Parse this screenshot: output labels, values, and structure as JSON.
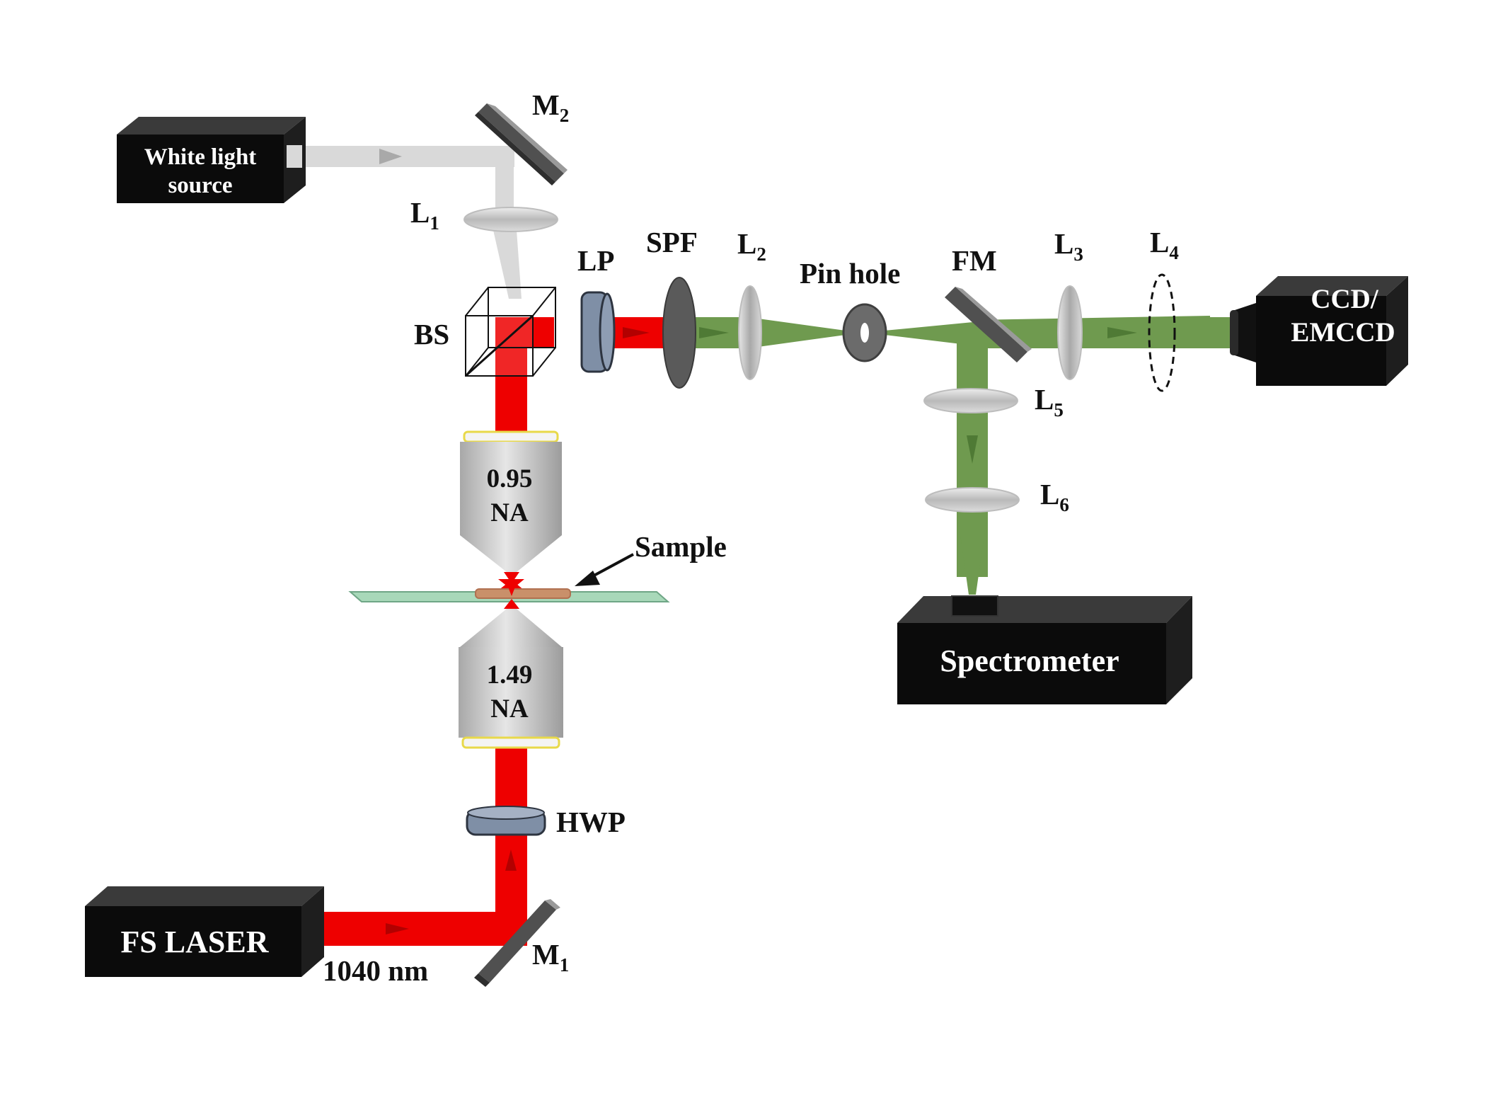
{
  "figure": {
    "components": {
      "white_light_source": {
        "line1": "White light",
        "line2": "source"
      },
      "fs_laser": {
        "label": "FS LASER"
      },
      "wavelength": {
        "label": "1040 nm"
      },
      "ccd": {
        "line1": "CCD/",
        "line2": "EMCCD"
      },
      "spectrometer": {
        "label": "Spectrometer"
      },
      "objective_top": {
        "line1": "0.95",
        "line2": "NA"
      },
      "objective_bottom": {
        "line1": "1.49",
        "line2": "NA"
      }
    },
    "labels": {
      "m2": {
        "base": "M",
        "sub": "2"
      },
      "m1": {
        "base": "M",
        "sub": "1"
      },
      "l1": {
        "base": "L",
        "sub": "1"
      },
      "l2": {
        "base": "L",
        "sub": "2"
      },
      "l3": {
        "base": "L",
        "sub": "3"
      },
      "l4": {
        "base": "L",
        "sub": "4"
      },
      "l5": {
        "base": "L",
        "sub": "5"
      },
      "l6": {
        "base": "L",
        "sub": "6"
      },
      "lp": "LP",
      "spf": "SPF",
      "pinhole": "Pin hole",
      "fm": "FM",
      "bs": "BS",
      "hwp": "HWP",
      "sample": "Sample"
    }
  },
  "colors": {
    "laser_beam": "#ee0000",
    "emission_beam": "#6f9a4f",
    "white_beam": "#d9d9d9",
    "instrument_body": "#0b0b0b",
    "optic_gray": "#c8c8c8",
    "waveplate": "#7f8fa6",
    "sample_slide": "#a8d8b9"
  }
}
